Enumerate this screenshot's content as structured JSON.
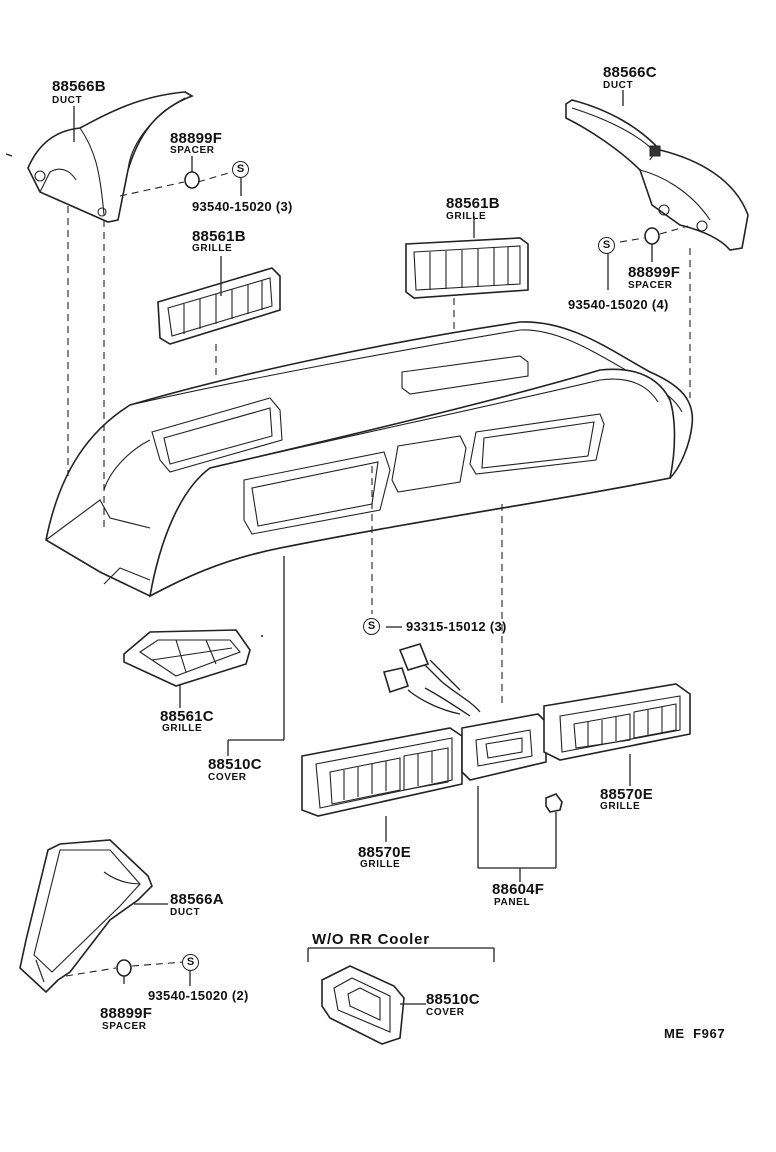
{
  "diagram": {
    "code": "ME  F967",
    "section_title": "W/O  RR  Cooler",
    "screw_symbol": "S",
    "parts": {
      "duct_b": {
        "number": "88566B",
        "name": "DUCT"
      },
      "duct_c": {
        "number": "88566C",
        "name": "DUCT"
      },
      "duct_a": {
        "number": "88566A",
        "name": "DUCT"
      },
      "spacer_left": {
        "number": "88899F",
        "name": "SPACER"
      },
      "spacer_right": {
        "number": "88899F",
        "name": "SPACER"
      },
      "spacer_bottom": {
        "number": "88899F",
        "name": "SPACER"
      },
      "screw_left": {
        "ref": "93540-15020 (3)"
      },
      "screw_right": {
        "ref": "93540-15020 (4)"
      },
      "screw_bottom": {
        "ref": "93540-15020 (2)"
      },
      "screw_center": {
        "ref": "93315-15012 (3)"
      },
      "grille_b_left": {
        "number": "88561B",
        "name": "GRILLE"
      },
      "grille_b_right": {
        "number": "88561B",
        "name": "GRILLE"
      },
      "grille_c": {
        "number": "88561C",
        "name": "GRILLE"
      },
      "cover_c": {
        "number": "88510C",
        "name": "COVER"
      },
      "cover_c_alt": {
        "number": "88510C",
        "name": "COVER"
      },
      "grille_e_left": {
        "number": "88570E",
        "name": "GRILLE"
      },
      "grille_e_right": {
        "number": "88570E",
        "name": "GRILLE"
      },
      "panel_f": {
        "number": "88604F",
        "name": "PANEL"
      }
    }
  }
}
